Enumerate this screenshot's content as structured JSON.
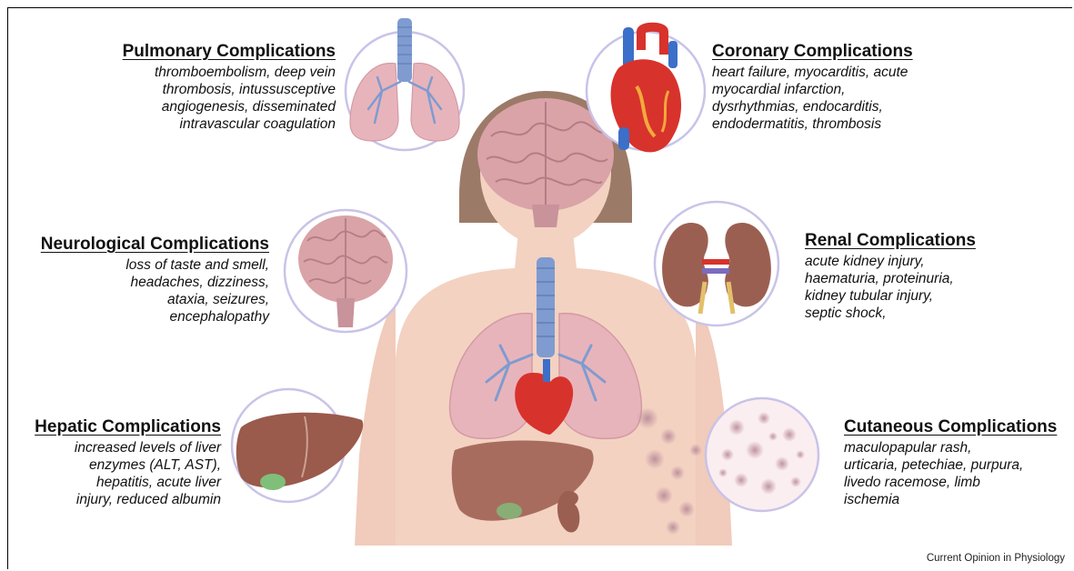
{
  "sections": {
    "pulmonary": {
      "title": "Pulmonary Complications",
      "lines": [
        "thromboembolism, deep vein",
        "thrombosis, intussusceptive",
        "angiogenesis, disseminated",
        "intravascular coagulation"
      ]
    },
    "coronary": {
      "title": "Coronary Complications",
      "lines": [
        "heart failure, myocarditis, acute",
        "myocardial infarction,",
        "dysrhythmias, endocarditis,",
        "endodermatitis, thrombosis"
      ]
    },
    "neurological": {
      "title": "Neurological Complications",
      "lines": [
        "loss of taste and smell,",
        "headaches, dizziness,",
        "ataxia, seizures,",
        "encephalopathy"
      ]
    },
    "renal": {
      "title": "Renal Complications",
      "lines": [
        "acute kidney injury,",
        "haematuria, proteinuria,",
        "kidney tubular injury,",
        "septic shock,"
      ]
    },
    "hepatic": {
      "title": "Hepatic Complications",
      "lines": [
        "increased levels of liver",
        "enzymes (ALT, AST),",
        "hepatitis, acute liver",
        "injury, reduced albumin"
      ]
    },
    "cutaneous": {
      "title": "Cutaneous Complications",
      "lines": [
        "maculopapular rash,",
        "urticaria, petechiae, purpura,",
        "livedo racemose, limb",
        "ischemia"
      ]
    }
  },
  "credit": "Current Opinion in Physiology",
  "icons": [
    "lungs-icon",
    "heart-icon",
    "brain-icon",
    "kidneys-icon",
    "liver-icon",
    "skin-rash-icon",
    "human-torso-illustration"
  ],
  "colors": {
    "circle_border": "#c9c3e8",
    "brain": "#d9a3a8",
    "lung": "#e8b4bb",
    "trachea": "#7f9bd0",
    "heart_red": "#d8322c",
    "vessel_blue": "#3b6fc9",
    "liver": "#9a5a4c",
    "kidney": "#9b5f52",
    "skin": "#f3d2c2",
    "hair": "#9c7a68",
    "rash": "#b98a98"
  }
}
